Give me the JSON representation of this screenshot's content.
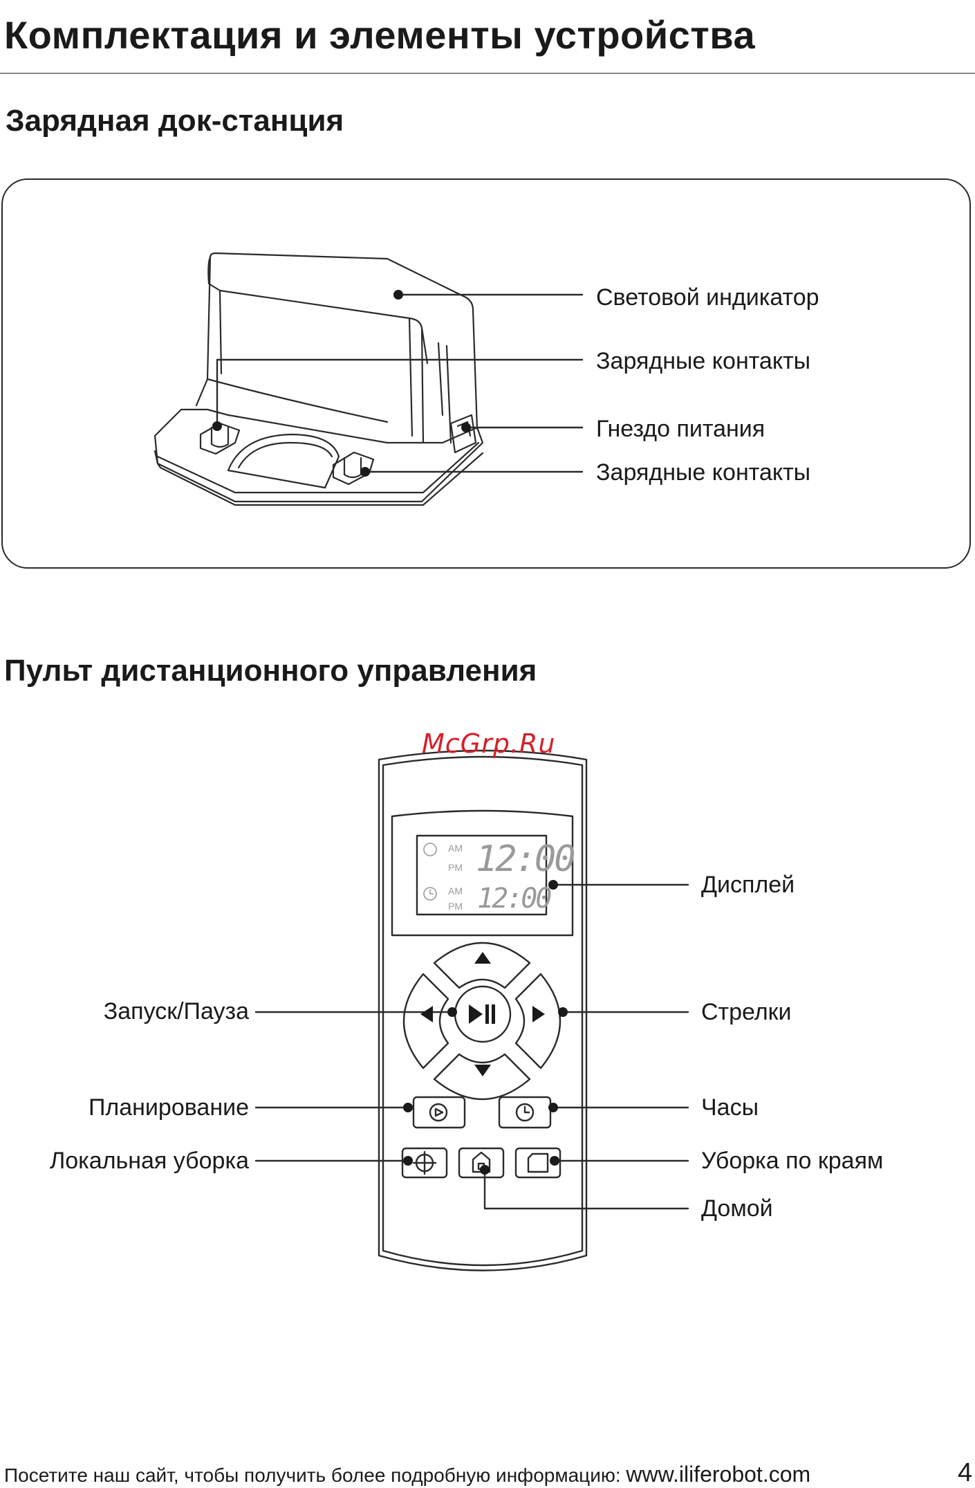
{
  "title": "Комплектация и элементы устройства",
  "dock": {
    "heading": "Зарядная док-станция",
    "labels": {
      "indicator": "Световой индикатор",
      "contacts_top": "Зарядные контакты",
      "power_socket": "Гнездо питания",
      "contacts_bottom": "Зарядные контакты"
    }
  },
  "remote": {
    "heading": "Пульт дистанционного управления",
    "watermark": "McGrp.Ru",
    "display": {
      "am": "AM",
      "pm": "PM",
      "time_top": "12:00",
      "time_bottom": "12:00"
    },
    "labels": {
      "display": "Дисплей",
      "start_pause": "Запуск/Пауза",
      "arrows": "Стрелки",
      "schedule": "Планирование",
      "clock": "Часы",
      "spot": "Локальная уборка",
      "edge": "Уборка по краям",
      "home": "Домой"
    }
  },
  "footer": {
    "text": "Посетите наш сайт, чтобы получить более подробную информацию:",
    "url": "www.iliferobot.com",
    "page": "4"
  }
}
